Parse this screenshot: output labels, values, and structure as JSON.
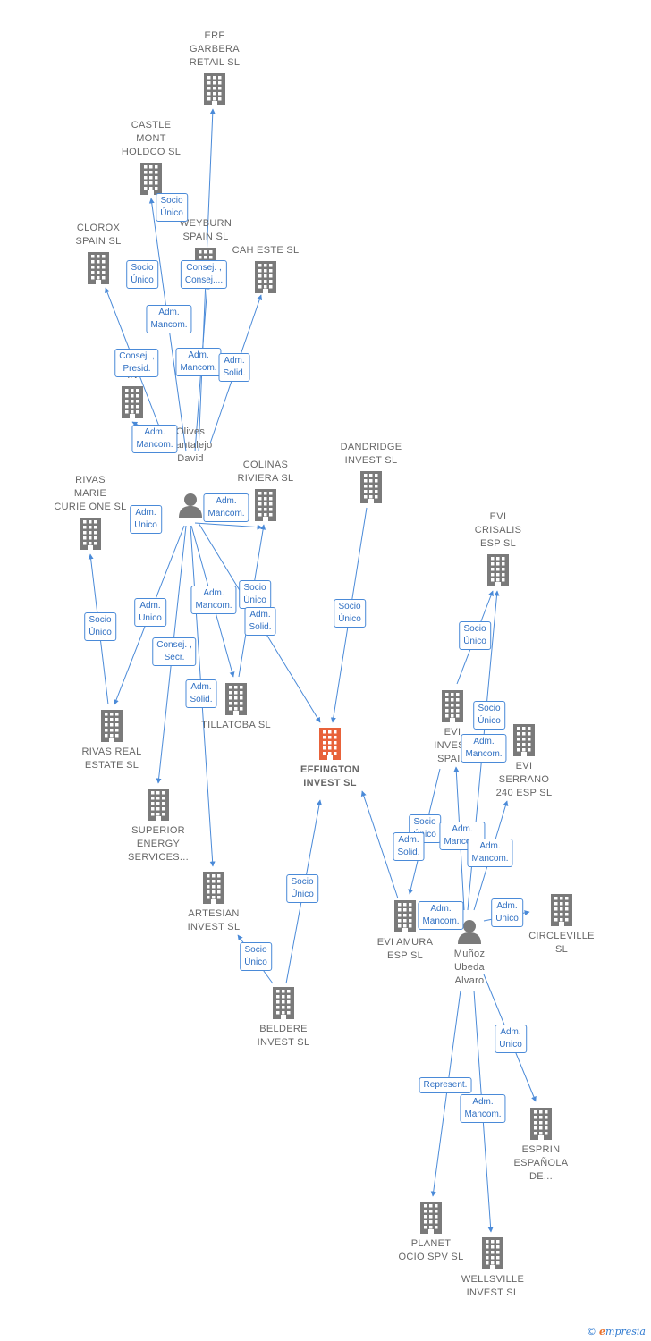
{
  "colors": {
    "edge": "#4a8ad8",
    "building": "#7a7a7a",
    "main": "#e8623a",
    "person": "#7a7a7a"
  },
  "nodes": [
    {
      "id": "erf",
      "type": "company",
      "label": "ERF\nGARBERA\nRETAIL  SL"
    },
    {
      "id": "castle",
      "type": "company",
      "label": "CASTLE\nMONT\nHOLDCO  SL"
    },
    {
      "id": "clorox",
      "type": "company",
      "label": "CLOROX\nSPAIN SL"
    },
    {
      "id": "weyburn",
      "type": "company",
      "label": "WEYBURN\nSPAIN  SL"
    },
    {
      "id": "caheste",
      "type": "company",
      "label": "CAH ESTE  SL"
    },
    {
      "id": "hidden1",
      "type": "company",
      "label": "S\nIN"
    },
    {
      "id": "olives",
      "type": "person",
      "label": "Olives\nCantalejo\nDavid"
    },
    {
      "id": "dandridge",
      "type": "company",
      "label": "DANDRIDGE\nINVEST  SL"
    },
    {
      "id": "rivasmarie",
      "type": "company",
      "label": "RIVAS\nMARIE\nCURIE ONE  SL"
    },
    {
      "id": "colinas",
      "type": "company",
      "label": "COLINAS\nRIVIERA  SL"
    },
    {
      "id": "evicrisalis",
      "type": "company",
      "label": "EVI\nCRISALIS\nESP  SL"
    },
    {
      "id": "rivasreal",
      "type": "company",
      "label": "RIVAS REAL\nESTATE  SL"
    },
    {
      "id": "tillatoba",
      "type": "company",
      "label": "TILLATOBA  SL"
    },
    {
      "id": "effington",
      "type": "main",
      "label": "EFFINGTON\nINVEST  SL"
    },
    {
      "id": "eviinvest",
      "type": "company",
      "label": "EVI\nINVEST\nSPAIN"
    },
    {
      "id": "eviserrano",
      "type": "company",
      "label": "EVI\nSERRANO\n240 ESP  SL"
    },
    {
      "id": "superior",
      "type": "company",
      "label": "SUPERIOR\nENERGY\nSERVICES..."
    },
    {
      "id": "artesian",
      "type": "company",
      "label": "ARTESIAN\nINVEST  SL"
    },
    {
      "id": "eviamura",
      "type": "company",
      "label": "EVI AMURA\nESP  SL"
    },
    {
      "id": "munoz",
      "type": "person",
      "label": "Muñoz\nUbeda\nAlvaro"
    },
    {
      "id": "circleville",
      "type": "company",
      "label": "CIRCLEVILLE\nSL"
    },
    {
      "id": "beldere",
      "type": "company",
      "label": "BELDERE\nINVEST  SL"
    },
    {
      "id": "esprin",
      "type": "company",
      "label": "ESPRIN\nESPAÑOLA\nDE..."
    },
    {
      "id": "planet",
      "type": "company",
      "label": "PLANET\nOCIO SPV  SL"
    },
    {
      "id": "wellsville",
      "type": "company",
      "label": "WELLSVILLE\nINVEST  SL"
    }
  ],
  "edges": [
    {
      "from": "olives",
      "to": "erf"
    },
    {
      "from": "olives",
      "to": "castle"
    },
    {
      "from": "olives",
      "to": "clorox"
    },
    {
      "from": "olives",
      "to": "weyburn"
    },
    {
      "from": "olives",
      "to": "caheste"
    },
    {
      "from": "olives",
      "to": "hidden1"
    },
    {
      "from": "olives",
      "to": "rivasreal"
    },
    {
      "from": "olives",
      "to": "colinas"
    },
    {
      "from": "olives",
      "to": "tillatoba"
    },
    {
      "from": "olives",
      "to": "superior"
    },
    {
      "from": "olives",
      "to": "artesian"
    },
    {
      "from": "olives",
      "to": "effington"
    },
    {
      "from": "rivasreal",
      "to": "rivasmarie"
    },
    {
      "from": "tillatoba",
      "to": "colinas"
    },
    {
      "from": "dandridge",
      "to": "effington"
    },
    {
      "from": "beldere",
      "to": "effington"
    },
    {
      "from": "beldere",
      "to": "artesian"
    },
    {
      "from": "eviinvest",
      "to": "evicrisalis"
    },
    {
      "from": "eviamura",
      "to": "effington"
    },
    {
      "from": "munoz",
      "to": "evicrisalis"
    },
    {
      "from": "munoz",
      "to": "eviinvest"
    },
    {
      "from": "munoz",
      "to": "eviserrano"
    },
    {
      "from": "munoz",
      "to": "eviamura"
    },
    {
      "from": "munoz",
      "to": "circleville"
    },
    {
      "from": "munoz",
      "to": "esprin"
    },
    {
      "from": "munoz",
      "to": "planet"
    },
    {
      "from": "munoz",
      "to": "wellsville"
    },
    {
      "from": "eviinvest",
      "to": "eviamura"
    }
  ],
  "tags": [
    {
      "text": "Socio\nÚnico"
    },
    {
      "text": "Socio\nÚnico"
    },
    {
      "text": "Consej. ,\nConsej...."
    },
    {
      "text": "Adm.\nMancom."
    },
    {
      "text": "Consej. ,\nPresid."
    },
    {
      "text": "Adm.\nMancom."
    },
    {
      "text": "Adm.\nSolid."
    },
    {
      "text": "Adm.\nMancom."
    },
    {
      "text": "Adm.\nUnico"
    },
    {
      "text": "Adm.\nMancom."
    },
    {
      "text": "Socio\nÚnico"
    },
    {
      "text": "Adm.\nUnico"
    },
    {
      "text": "Adm.\nMancom."
    },
    {
      "text": "Socio\nÚnico"
    },
    {
      "text": "Adm.\nSolid."
    },
    {
      "text": "Consej. ,\nSecr."
    },
    {
      "text": "Adm.\nSolid."
    },
    {
      "text": "Socio\nÚnico"
    },
    {
      "text": "Socio\nÚnico"
    },
    {
      "text": "Socio\nÚnico"
    },
    {
      "text": "Adm.\nMancom."
    },
    {
      "text": "Socio\nÚnico"
    },
    {
      "text": "Adm.\nMancom."
    },
    {
      "text": "Adm.\nMancom."
    },
    {
      "text": "Adm.\nSolid."
    },
    {
      "text": "Adm.\nMancom."
    },
    {
      "text": "Adm.\nUnico"
    },
    {
      "text": "Socio\nÚnico"
    },
    {
      "text": "Socio\nÚnico"
    },
    {
      "text": "Adm.\nUnico"
    },
    {
      "text": "Represent."
    },
    {
      "text": "Adm.\nMancom."
    }
  ],
  "footer": {
    "copyright": "©",
    "brand_initial": "e",
    "brand_rest": "mpresia"
  }
}
